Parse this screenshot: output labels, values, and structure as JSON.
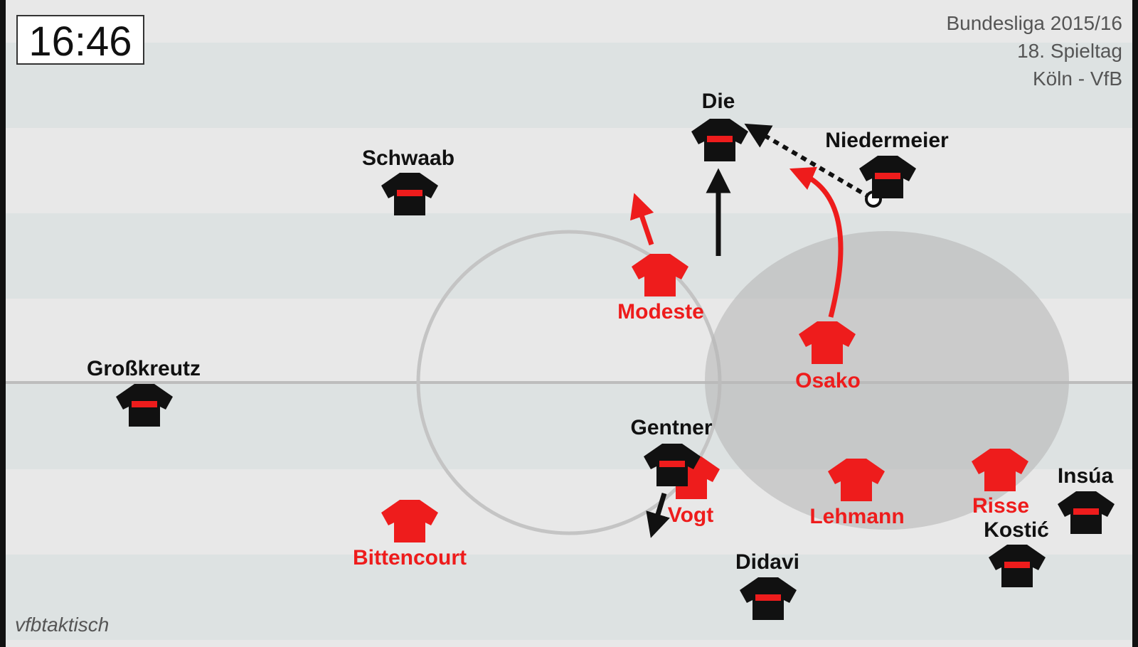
{
  "clock": "16:46",
  "header": {
    "line1": "Bundesliga 2015/16",
    "line2": "18. Spieltag",
    "line3": "Köln - VfB"
  },
  "credit": "vfbtaktisch",
  "colors": {
    "stripe_light": "#e8e8e8",
    "stripe_dark": "#dde2e2",
    "red_team": "#ee1c1c",
    "black_team": "#111111",
    "shaded_zone": "#b8b8b8"
  },
  "players": {
    "die": "Die",
    "niedermeier": "Niedermeier",
    "schwaab": "Schwaab",
    "grosskreutz": "Großkreutz",
    "gentner": "Gentner",
    "didavi": "Didavi",
    "insua": "Insúa",
    "kostic": "Kostić",
    "modeste": "Modeste",
    "osako": "Osako",
    "vogt": "Vogt",
    "lehmann": "Lehmann",
    "risse": "Risse",
    "bittencourt": "Bittencourt"
  }
}
